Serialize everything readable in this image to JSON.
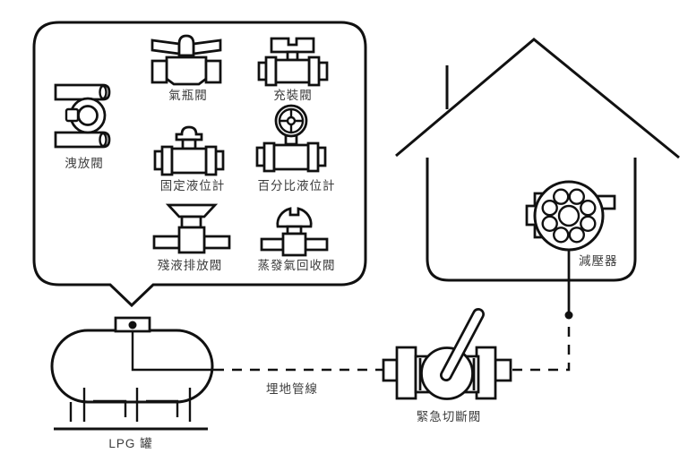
{
  "palette": {
    "line": "#111111",
    "text": "#3c3c3c",
    "background": "#ffffff"
  },
  "legend_bubble": {
    "items": [
      {
        "id": "relief-valve",
        "label": "洩放閥"
      },
      {
        "id": "cylinder-valve",
        "label": "氣瓶閥"
      },
      {
        "id": "filling-valve",
        "label": "充裝閥"
      },
      {
        "id": "fixed-level-gauge",
        "label": "固定液位計"
      },
      {
        "id": "percentage-level-gauge",
        "label": "百分比液位計"
      },
      {
        "id": "residual-drain-valve",
        "label": "殘液排放閥"
      },
      {
        "id": "vapor-recovery-valve",
        "label": "蒸發氣回收閥"
      }
    ]
  },
  "site": {
    "tank_label": "LPG 罐",
    "buried_pipeline_label": "埋地管線",
    "emergency_shutoff_valve_label": "緊急切斷閥",
    "pressure_regulator_label": "減壓器"
  }
}
